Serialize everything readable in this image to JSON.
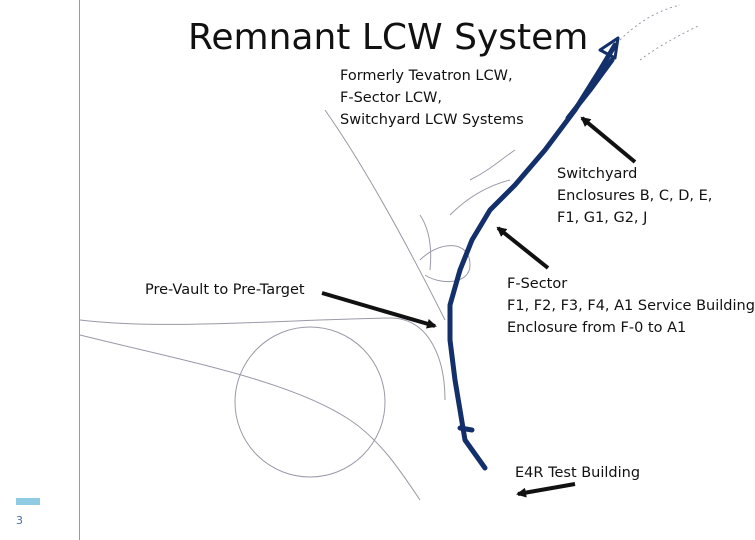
{
  "title": "Remnant LCW System",
  "labels": {
    "formerly": [
      "Formerly Tevatron LCW,",
      "F-Sector LCW,",
      "Switchyard LCW Systems"
    ],
    "switchyard": [
      "Switchyard",
      "Enclosures B, C, D, E,",
      "F1, G1, G2, J"
    ],
    "fsector": [
      "F-Sector",
      "F1, F2, F3, F4, A1 Service Building",
      "Enclosure from F-0 to A1"
    ],
    "prevault": "Pre-Vault to Pre-Target",
    "e4r": "E4R Test Building"
  },
  "page_number": "3",
  "colors": {
    "system_line": "#14306b",
    "arrow": "#111111",
    "beamline_sketch": "#9a9aa8",
    "accent": "#8fcbe3"
  }
}
